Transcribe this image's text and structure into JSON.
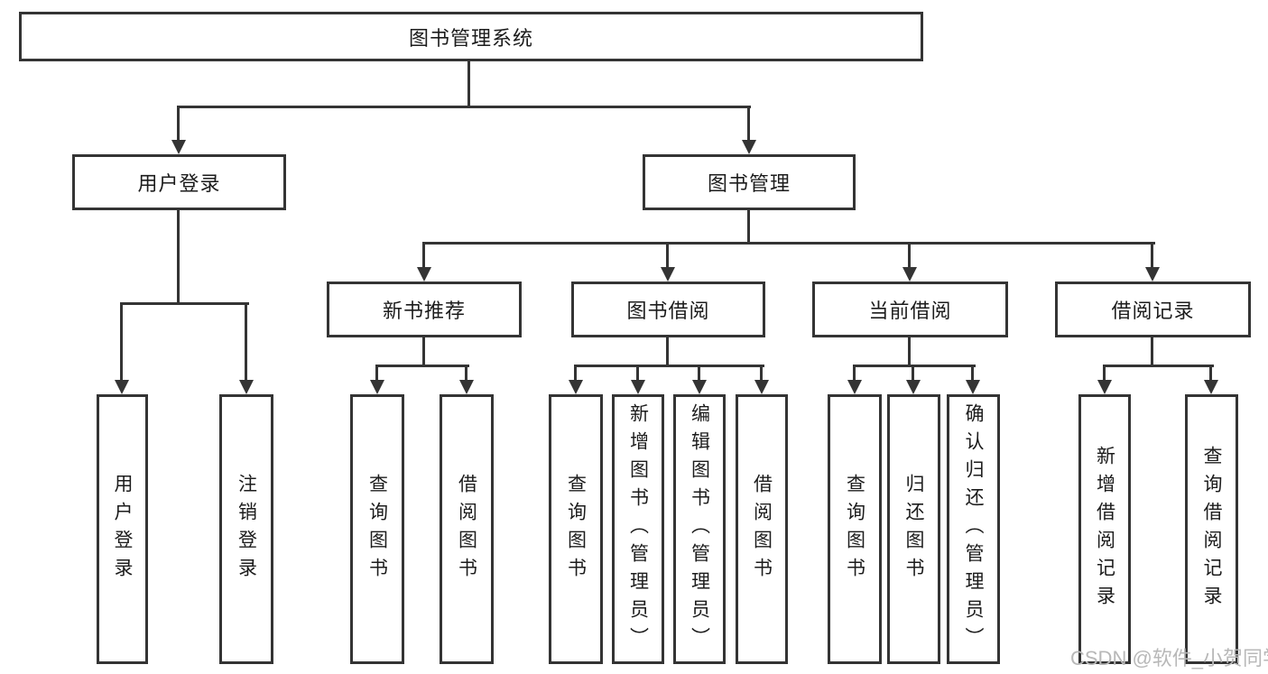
{
  "diagram_title": "图书管理系统",
  "tree": {
    "root": {
      "label": "图书管理系统"
    },
    "branches": [
      {
        "label": "用户登录",
        "children": [
          {
            "label": "用户登录"
          },
          {
            "label": "注销登录"
          }
        ]
      },
      {
        "label": "图书管理",
        "sections": [
          {
            "label": "新书推荐",
            "children": [
              {
                "label": "查询图书"
              },
              {
                "label": "借阅图书"
              }
            ]
          },
          {
            "label": "图书借阅",
            "children": [
              {
                "label": "查询图书"
              },
              {
                "label": "新增图书（管理员）"
              },
              {
                "label": "编辑图书（管理员）"
              },
              {
                "label": "借阅图书"
              }
            ]
          },
          {
            "label": "当前借阅",
            "children": [
              {
                "label": "查询图书"
              },
              {
                "label": "归还图书"
              },
              {
                "label": "确认归还（管理员）"
              }
            ]
          },
          {
            "label": "借阅记录",
            "children": [
              {
                "label": "新增借阅记录"
              },
              {
                "label": "查询借阅记录"
              }
            ]
          }
        ]
      }
    ]
  },
  "watermark": {
    "text": "CSDN @软件_小贺同学"
  },
  "colors": {
    "line": "#343434",
    "text": "#1c1c1c",
    "background": "#ffffff",
    "watermark": "#b8b8b8"
  }
}
